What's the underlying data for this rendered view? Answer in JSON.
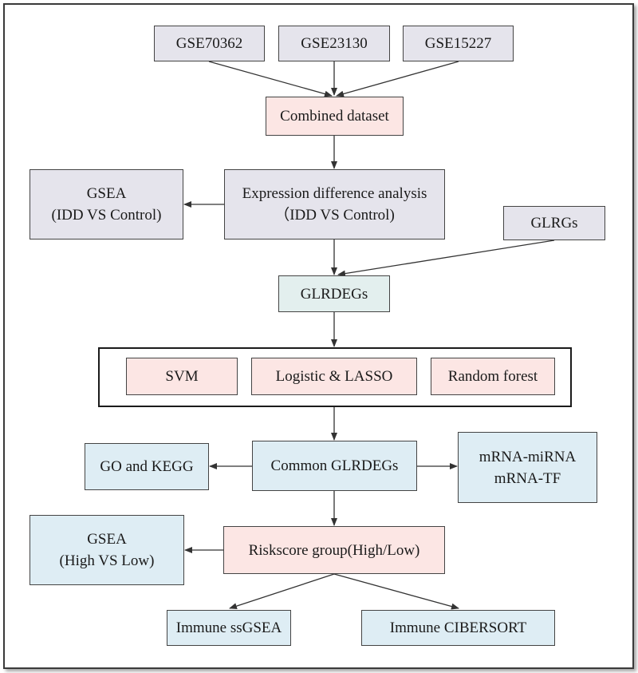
{
  "nodes": {
    "gse70362": "GSE70362",
    "gse23130": "GSE23130",
    "gse15227": "GSE15227",
    "combined": "Combined dataset",
    "gsea_idd": {
      "line1": "GSEA",
      "line2": "(IDD VS Control)"
    },
    "expression": {
      "line1": "Expression difference analysis",
      "line2": "（IDD VS Control)"
    },
    "glrgs": "GLRGs",
    "glrdegs": "GLRDEGs",
    "svm": "SVM",
    "logistic": "Logistic & LASSO",
    "random_forest": "Random forest",
    "go_kegg": "GO and KEGG",
    "common": "Common GLRDEGs",
    "mrna": {
      "line1": "mRNA-miRNA",
      "line2": "mRNA-TF"
    },
    "gsea_risk": {
      "line1": "GSEA",
      "line2": "(High VS Low)"
    },
    "riskscore": "Riskscore group(High/Low)",
    "ssgsea": "Immune ssGSEA",
    "cibersort": "Immune CIBERSORT"
  },
  "colors": {
    "gray": "#e5e4ec",
    "pink": "#fce6e4",
    "green": "#e3efee",
    "blue": "#deedf4",
    "border": "#444444"
  }
}
